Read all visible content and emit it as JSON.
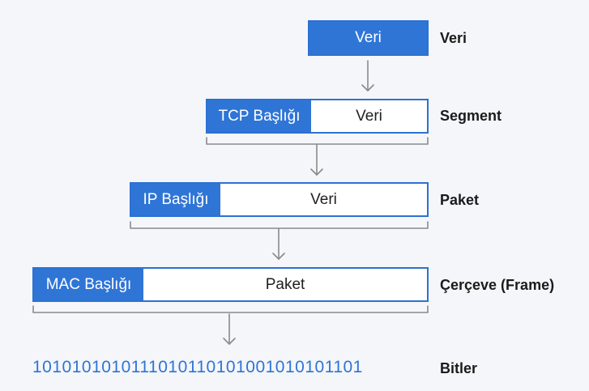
{
  "layers": [
    {
      "label": "Veri",
      "header": "",
      "payload": "Veri"
    },
    {
      "label": "Segment",
      "header": "TCP Başlığı",
      "payload": "Veri"
    },
    {
      "label": "Paket",
      "header": "IP Başlığı",
      "payload": "Veri"
    },
    {
      "label": "Çerçeve (Frame)",
      "header": "MAC Başlığı",
      "payload": "Paket"
    }
  ],
  "bits": {
    "value": "1010101010111010110101001010101101",
    "label": "Bitler"
  },
  "colors": {
    "header_fill": "#2f75d6",
    "border": "#2c71d3",
    "bits_text": "#2f74d4",
    "bracket": "#8a8a8a"
  }
}
